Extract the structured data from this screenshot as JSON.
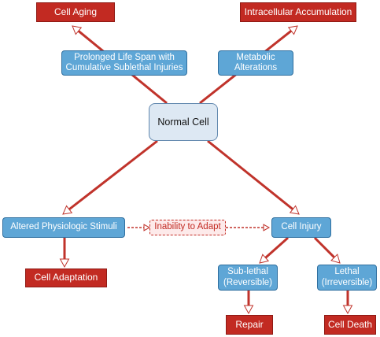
{
  "nodes": {
    "cell_aging": "Cell Aging",
    "intracellular_accumulation": "Intracellular Accumulation",
    "prolonged_life_span_line1": "Prolonged Life Span with",
    "prolonged_life_span_line2": "Cumulative Sublethal Injuries",
    "metabolic_alterations_line1": "Metabolic",
    "metabolic_alterations_line2": "Alterations",
    "normal_cell": "Normal Cell",
    "altered_physiologic_stimuli": "Altered Physiologic Stimuli",
    "inability_to_adapt": "Inability to Adapt",
    "cell_injury": "Cell Injury",
    "cell_adaptation": "Cell Adaptation",
    "sub_lethal_line1": "Sub-lethal",
    "sub_lethal_line2": "(Reversible)",
    "lethal_line1": "Lethal",
    "lethal_line2": "(Irreversible)",
    "repair": "Repair",
    "cell_death": "Cell Death"
  },
  "colors": {
    "outcome_box": "#c22a22",
    "process_box": "#5ea6d6",
    "normal_cell_box": "#dde8f3",
    "arrow": "#c0332b"
  }
}
